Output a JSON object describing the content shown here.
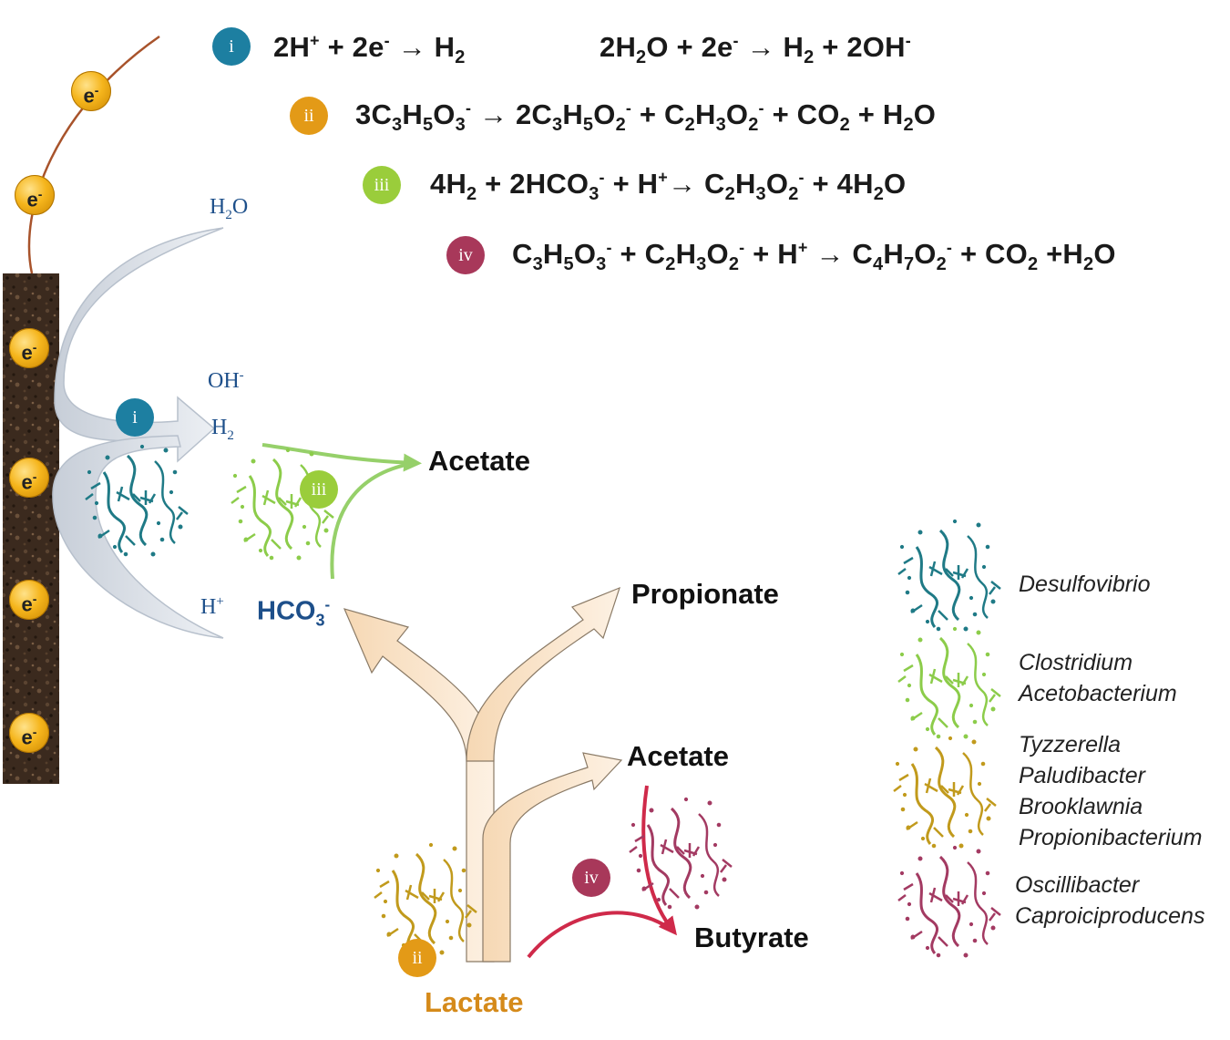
{
  "colors": {
    "badge_i": "#1d7fa1",
    "badge_ii": "#e39a17",
    "badge_iii": "#9acd3b",
    "badge_iv": "#a8385a",
    "electrode": "#3b2a1e",
    "desulfovibrio": "#1f7a86",
    "clostridium": "#8ccc4a",
    "tyzzerella": "#c19a1c",
    "oscillibacter": "#a33a62",
    "lactate_text": "#d58a1a",
    "blue_text": "#1d4f8a",
    "red_arrow": "#cf2a4a",
    "green_arrow": "#96d06a"
  },
  "badges": {
    "i": "i",
    "ii": "ii",
    "iii": "iii",
    "iv": "iv"
  },
  "electron_symbol": "e",
  "electron_charge": "-",
  "reactions": {
    "i_a": {
      "t1": "2H",
      "s1": "+",
      "t2": " + 2e",
      "s2": "-",
      "t3": " → H",
      "b3": "2"
    },
    "i_b": {
      "t1": "2H",
      "b1": "2",
      "t2": "O + 2e",
      "s2": "-",
      "t3": " → H",
      "b3": "2",
      "t4": " + 2OH",
      "s4": "-"
    },
    "ii": {
      "t1": "3C",
      "b1": "3",
      "t2": "H",
      "b2": "5",
      "t3": "O",
      "b3": "3",
      "s3": "-",
      "t4": " → 2C",
      "b4": "3",
      "t5": "H",
      "b5": "5",
      "t6": "O",
      "b6": "2",
      "s6": "-",
      "t7": " + C",
      "b7": "2",
      "t8": "H",
      "b8": "3",
      "t9": "O",
      "b9": "2",
      "s9": "-",
      "t10": " + CO",
      "b10": "2",
      "t11": " + H",
      "b11": "2",
      "t12": "O"
    },
    "iii": {
      "t1": "4H",
      "b1": "2",
      "t2": " + 2HCO",
      "b2": "3",
      "s2": "-",
      "t3": " + H",
      "s3": "+",
      "t4": "→ C",
      "b4": "2",
      "t5": "H",
      "b5": "3",
      "t6": "O",
      "b6": "2",
      "s6": "-",
      "t7": " + 4H",
      "b7": "2",
      "t8": "O"
    },
    "iv": {
      "t1": "C",
      "b1": "3",
      "t2": "H",
      "b2": "5",
      "t3": "O",
      "b3": "3",
      "s3": "-",
      "t4": " + C",
      "b4": "2",
      "t5": "H",
      "b5": "3",
      "t6": "O",
      "b6": "2",
      "s6": "-",
      "t7": " + H",
      "s7": "+",
      "t8": " → C",
      "b8": "4",
      "t9": "H",
      "b9": "7",
      "t10": "O",
      "b10": "2",
      "s10": "-",
      "t11": " + CO",
      "b11": "2",
      "t12": " +H",
      "b12": "2",
      "t13": "O"
    }
  },
  "species": {
    "h2o": {
      "t1": "H",
      "b1": "2",
      "t2": "O"
    },
    "oh": {
      "t1": "OH",
      "s1": "-"
    },
    "h2": {
      "t1": "H",
      "b1": "2"
    },
    "hplus": {
      "t1": "H",
      "s1": "+"
    },
    "hco3": {
      "t1": "HCO",
      "b1": "3",
      "s1": "-"
    }
  },
  "products": {
    "acetate_top": "Acetate",
    "propionate": "Propionate",
    "acetate_bottom": "Acetate",
    "butyrate": "Butyrate",
    "lactate": "Lactate"
  },
  "legend": [
    {
      "names": [
        "Desulfovibrio"
      ],
      "color": "#1f7a86"
    },
    {
      "names": [
        "Clostridium",
        "Acetobacterium"
      ],
      "color": "#8ccc4a"
    },
    {
      "names": [
        "Tyzzerella",
        "Paludibacter",
        "Brooklawnia",
        "Propionibacterium"
      ],
      "color": "#c19a1c"
    },
    {
      "names": [
        "Oscillibacter",
        "Caproiciproducens"
      ],
      "color": "#a33a62"
    }
  ]
}
